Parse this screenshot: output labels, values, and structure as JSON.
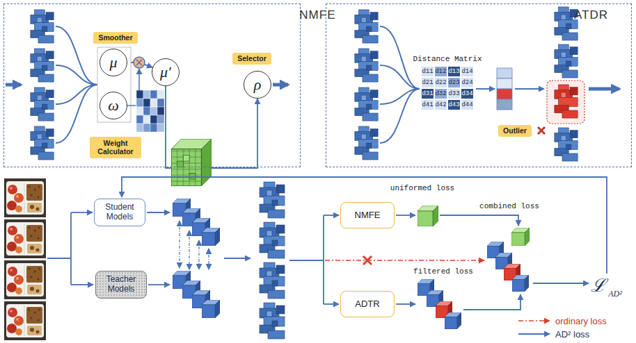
{
  "diagram": {
    "nodes": [
      {
        "text": [
          "NMFE"
        ]
      },
      {
        "text": [
          "Smoother"
        ],
        "in": 0
      },
      {
        "text": [
          "μ"
        ],
        "in": 0
      },
      {
        "text": [
          "ω"
        ],
        "in": 0
      },
      {
        "text": [
          "Weight Calculator"
        ],
        "in": 0
      },
      {
        "text": [
          "μ′"
        ],
        "in": 0
      },
      {
        "text": [
          "Selector"
        ],
        "in": 0
      },
      {
        "text": [
          "ρ"
        ],
        "in": 0
      },
      {
        "text": [
          "ATDR"
        ]
      },
      {
        "text": [
          "Outlier"
        ],
        "in": 8
      },
      {
        "text": [
          "Student Models"
        ]
      },
      {
        "text": [
          "Teacher Models"
        ]
      },
      {
        "text": [
          "NMFE"
        ]
      },
      {
        "text": [
          "ADTR"
        ]
      }
    ],
    "edges": [
      {
        "from": 2,
        "to": 5,
        "arrow": "to"
      },
      {
        "from": 5,
        "to": 7,
        "arrow": "to"
      }
    ],
    "labels": [
      "Distance Matrix",
      "d11",
      "d12",
      "d13",
      "d14",
      "d21",
      "d22",
      "d23",
      "d24",
      "d31",
      "d32",
      "d33",
      "d34",
      "d41",
      "d42",
      "d43",
      "d44",
      "uniformed loss",
      "combined loss",
      "filtered loss",
      "ℒ",
      "AD²"
    ],
    "legend": [
      {
        "text": "ordinary loss"
      },
      {
        "text": "AD² loss"
      }
    ]
  }
}
